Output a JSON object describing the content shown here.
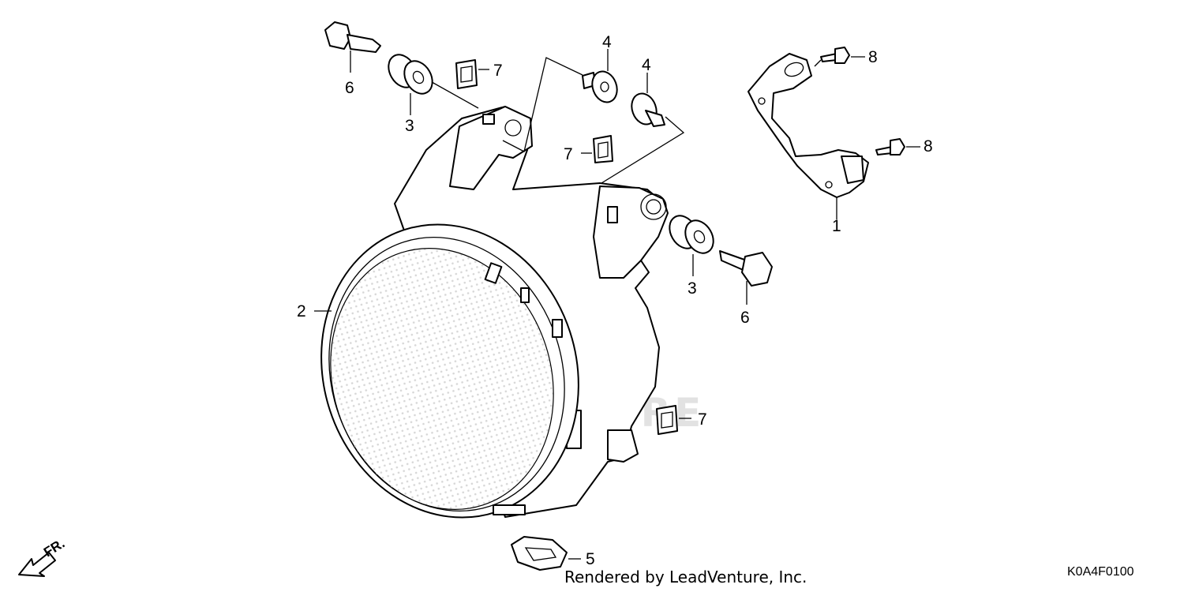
{
  "diagram": {
    "code": "K0A4F0100",
    "credit": "Rendered by LeadVenture, Inc.",
    "front_label": "FR.",
    "watermark": "LEADVENTURE",
    "callouts": {
      "c1": "1",
      "c2": "2",
      "c3a": "3",
      "c3b": "3",
      "c4a": "4",
      "c4b": "4",
      "c5": "5",
      "c6a": "6",
      "c6b": "6",
      "c7a": "7",
      "c7b": "7",
      "c7c": "7",
      "c8a": "8",
      "c8b": "8"
    }
  }
}
